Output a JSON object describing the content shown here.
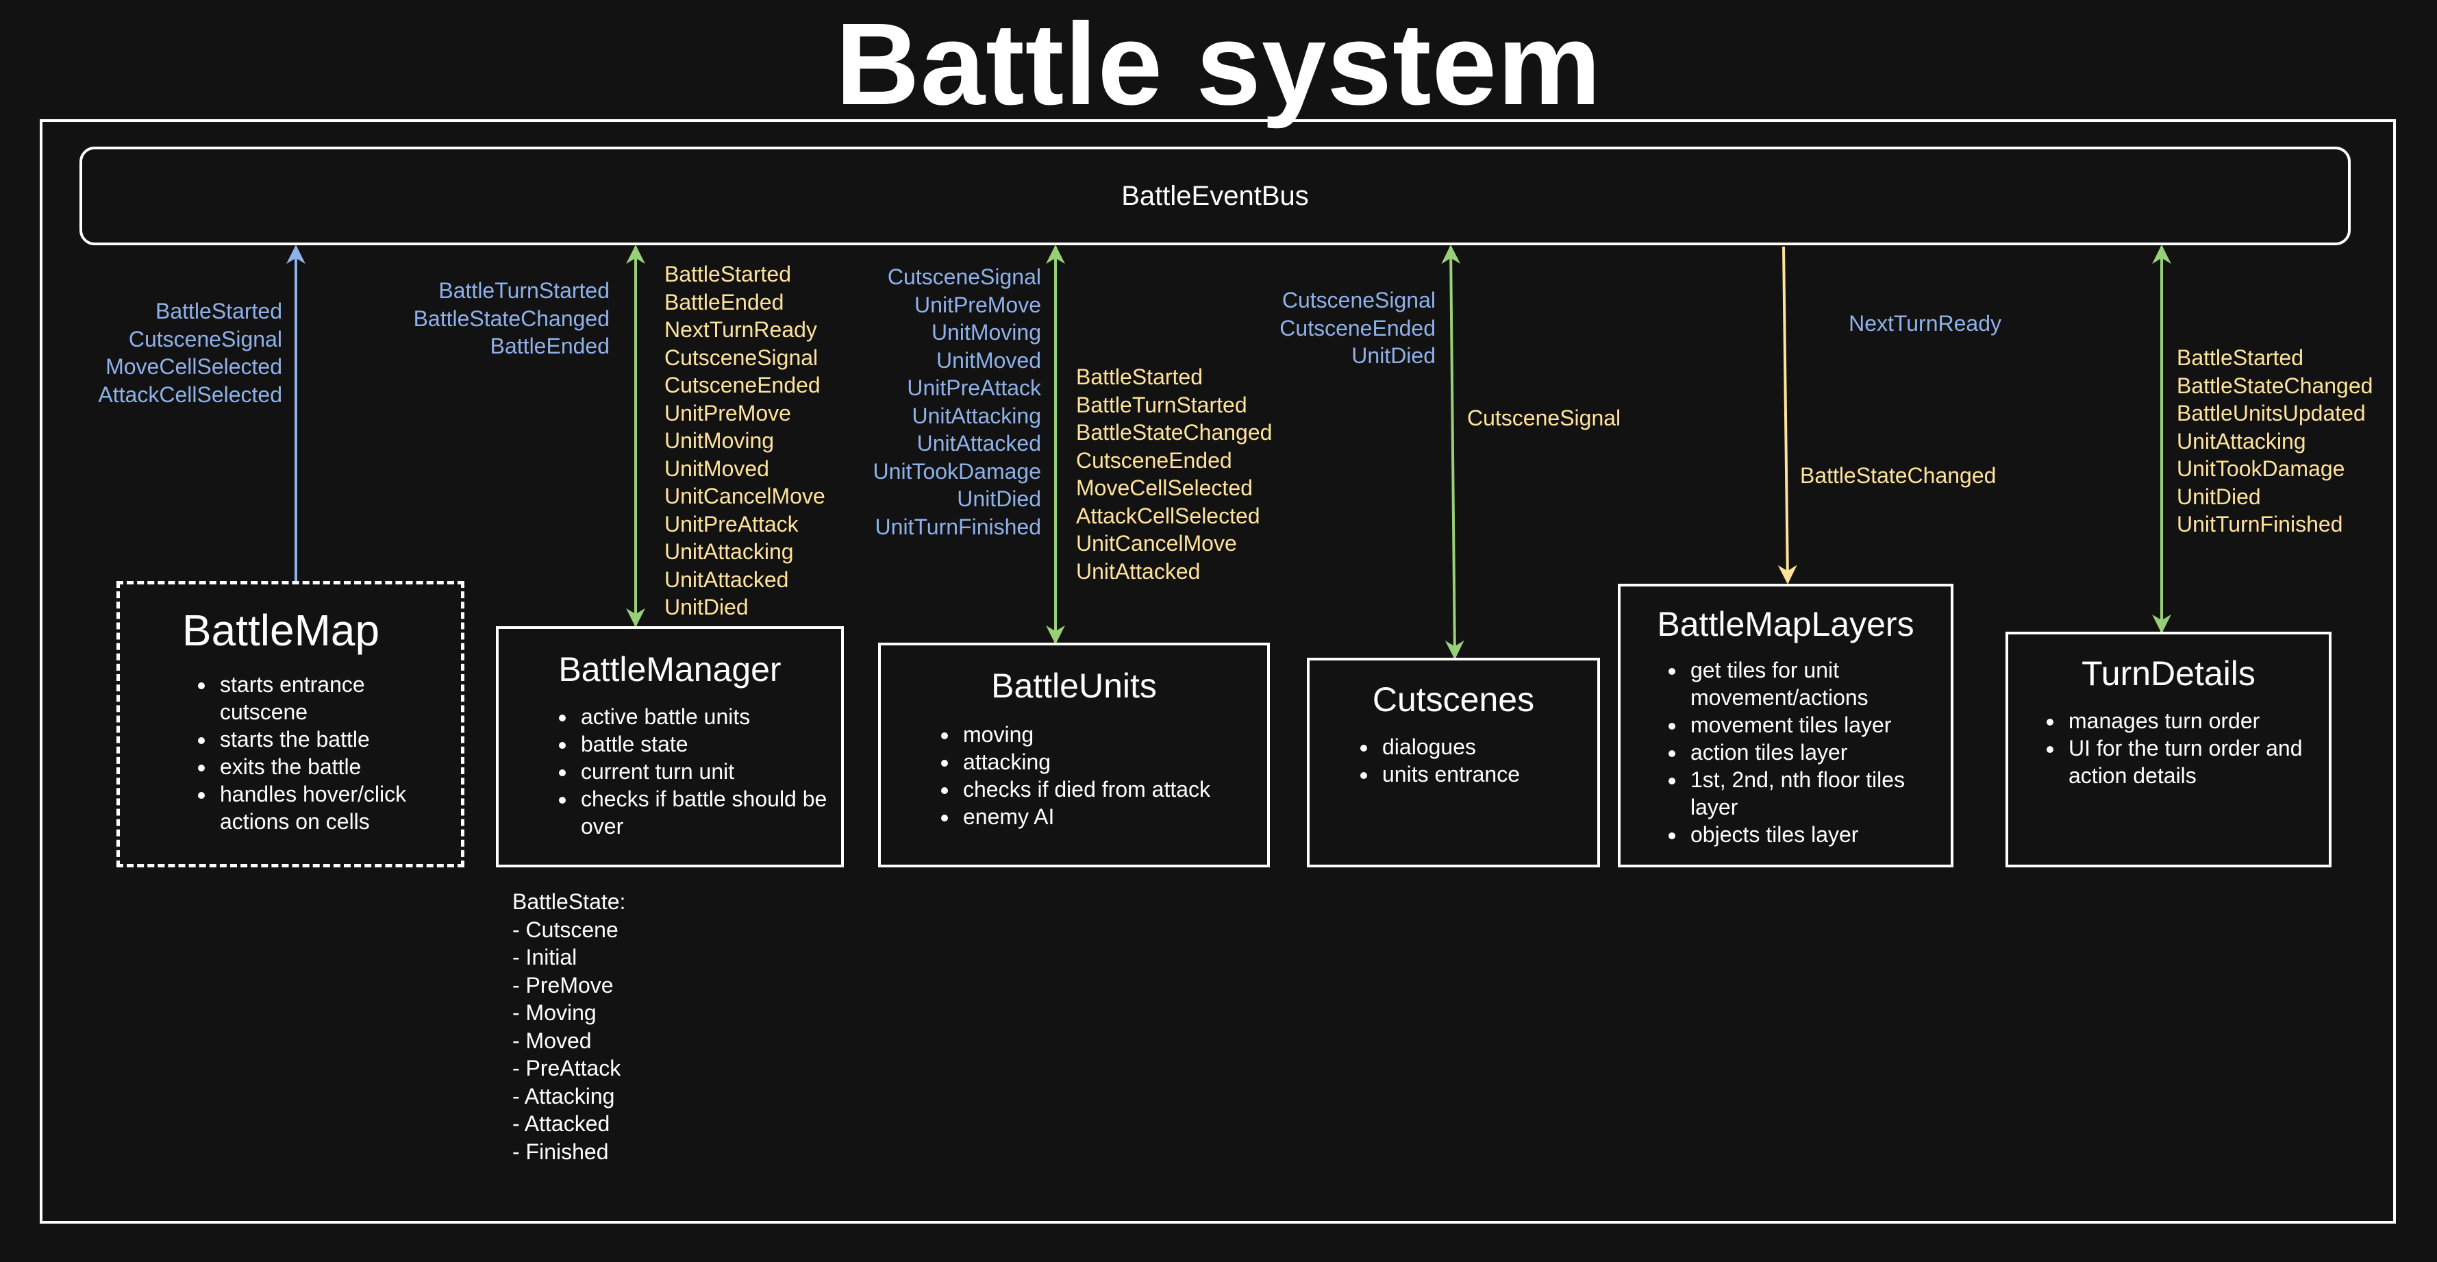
{
  "title": "Battle system",
  "bus": {
    "label": "BattleEventBus"
  },
  "colors": {
    "blue": "#8fb1ea",
    "yellow": "#ffe39a",
    "green": "#97d077",
    "background": "#121212",
    "line": "#ffffff"
  },
  "components": {
    "battlemap": {
      "title": "BattleMap",
      "items": [
        "starts entrance cutscene",
        "starts the battle",
        "exits the battle",
        "handles hover/click actions on cells"
      ],
      "emits": [
        "BattleStarted",
        "CutsceneSignal",
        "MoveCellSelected",
        "AttackCellSelected"
      ]
    },
    "battlemanager": {
      "title": "BattleManager",
      "items": [
        "active battle units",
        "battle state",
        "current turn unit",
        "checks if battle should be over"
      ],
      "emits": [
        "BattleTurnStarted",
        "BattleStateChanged",
        "BattleEnded"
      ],
      "listens": [
        "BattleStarted",
        "BattleEnded",
        "NextTurnReady",
        "CutsceneSignal",
        "CutsceneEnded",
        "UnitPreMove",
        "UnitMoving",
        "UnitMoved",
        "UnitCancelMove",
        "UnitPreAttack",
        "UnitAttacking",
        "UnitAttacked",
        "UnitDied"
      ]
    },
    "battleunits": {
      "title": "BattleUnits",
      "items": [
        "moving",
        "attacking",
        "checks if died from attack",
        "enemy AI"
      ],
      "emits": [
        "CutsceneSignal",
        "UnitPreMove",
        "UnitMoving",
        "UnitMoved",
        "UnitPreAttack",
        "UnitAttacking",
        "UnitAttacked",
        "UnitTookDamage",
        "UnitDied",
        "UnitTurnFinished"
      ],
      "listens": [
        "BattleStarted",
        "BattleTurnStarted",
        "BattleStateChanged",
        "CutsceneEnded",
        "MoveCellSelected",
        "AttackCellSelected",
        "UnitCancelMove",
        "UnitAttacked"
      ]
    },
    "cutscenes": {
      "title": "Cutscenes",
      "items": [
        "dialogues",
        "units entrance"
      ],
      "emits": [
        "CutsceneSignal",
        "CutsceneEnded",
        "UnitDied"
      ],
      "listens": [
        "CutsceneSignal"
      ]
    },
    "battlemaplayers": {
      "title": "BattleMapLayers",
      "items": [
        "get tiles for unit movement/actions",
        "movement tiles layer",
        "action tiles layer",
        "1st, 2nd, nth floor tiles layer",
        "objects tiles layer"
      ],
      "listens": [
        "BattleStateChanged"
      ]
    },
    "turndetails": {
      "title": "TurnDetails",
      "items": [
        "manages turn order",
        "UI for the turn order and action details"
      ],
      "emits": [
        "NextTurnReady"
      ],
      "listens": [
        "BattleStarted",
        "BattleStateChanged",
        "BattleUnitsUpdated",
        "UnitAttacking",
        "UnitTookDamage",
        "UnitDied",
        "UnitTurnFinished"
      ]
    }
  },
  "battle_state": {
    "heading": "BattleState:",
    "values": [
      "- Cutscene",
      "- Initial",
      "- PreMove",
      "- Moving",
      "- Moved",
      "- PreAttack",
      "- Attacking",
      "- Attacked",
      "- Finished"
    ]
  }
}
